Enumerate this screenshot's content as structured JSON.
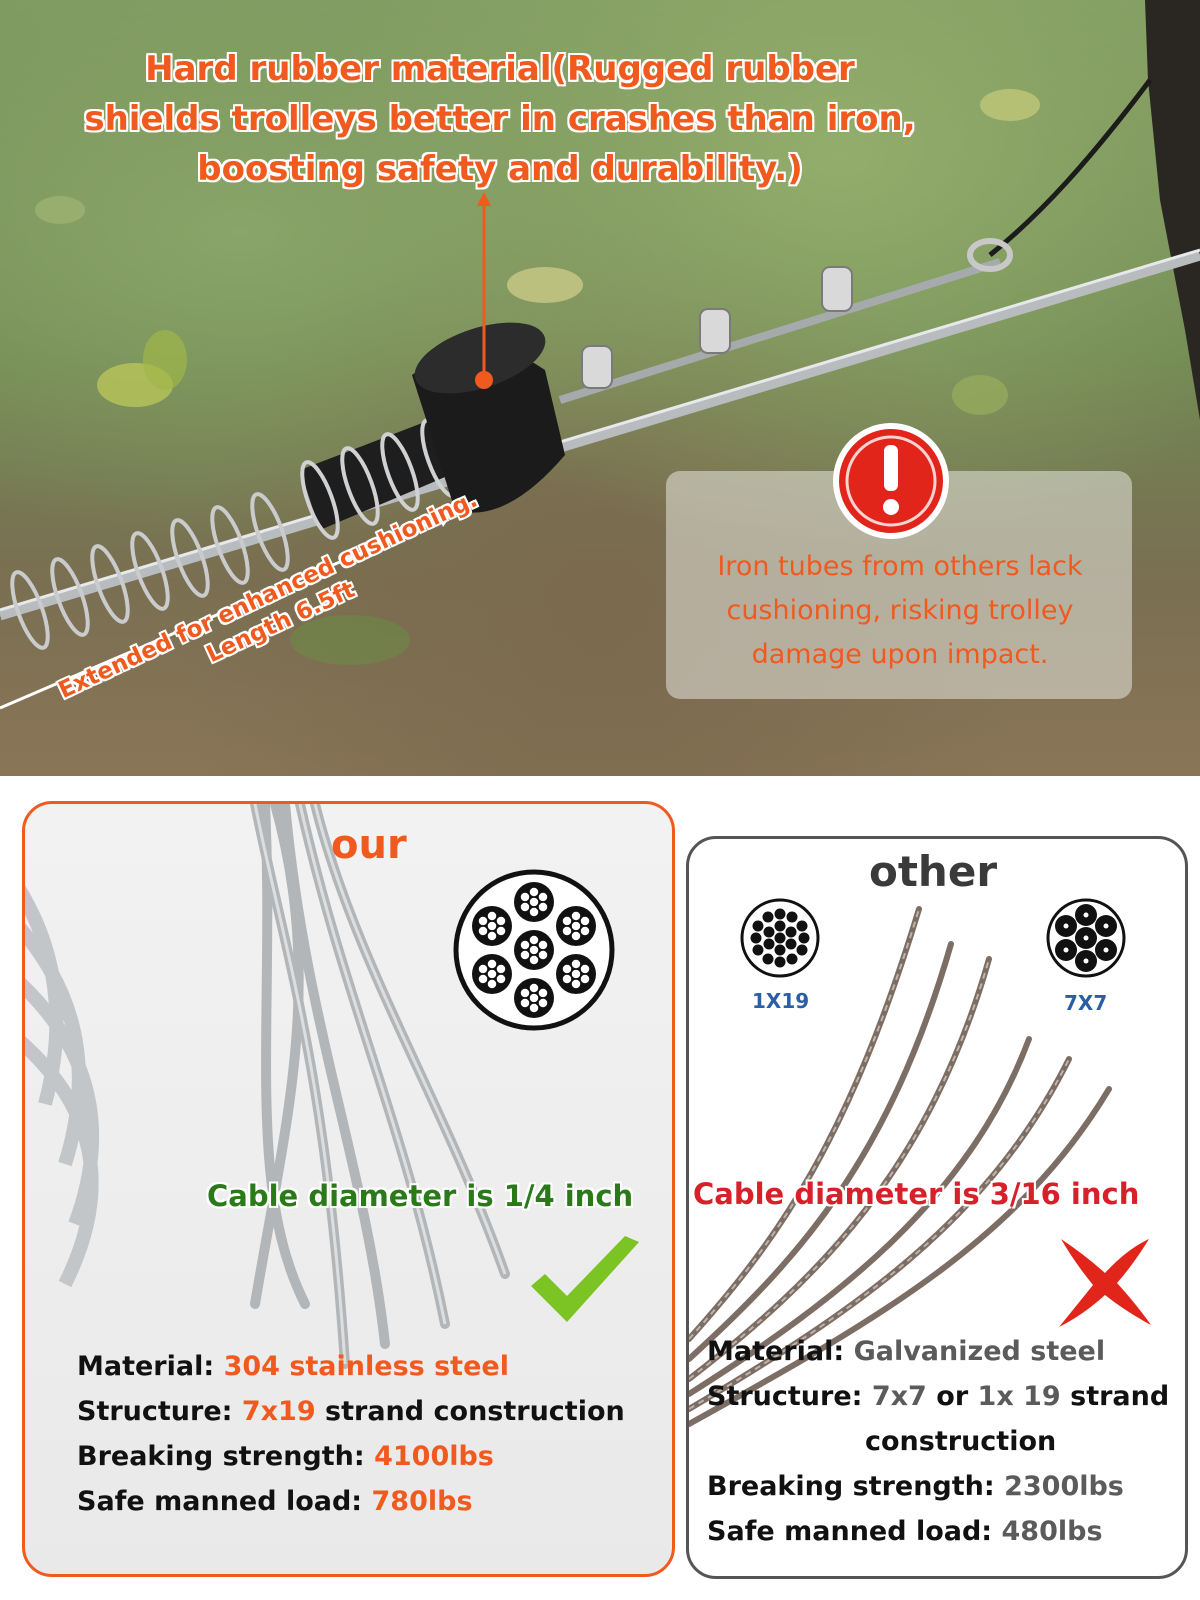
{
  "top": {
    "headline": [
      "Hard rubber material(Rugged rubber",
      "shields trolleys better in crashes than iron,",
      "boosting safety and durability.)"
    ],
    "spring_label": [
      "Extended for enhanced cushioning.",
      "Length 6.5ft"
    ],
    "warning": [
      "Iron tubes from others lack",
      "cushioning, risking trolley",
      "damage upon impact."
    ],
    "icons": [
      "exclamation-icon",
      "arrow-up-icon",
      "arrow-right-icon"
    ],
    "colors": {
      "accent": "#f05a1f",
      "warning_red": "#e1251b"
    }
  },
  "our": {
    "title": "our",
    "diameter": "Cable diameter is 1/4 inch",
    "specs": {
      "material_label": "Material:",
      "material_value": "304 stainless steel",
      "structure_label": "Structure:",
      "structure_value": "7x19",
      "structure_rest": "strand construction",
      "strength_label": "Breaking strength:",
      "strength_value": "4100lbs",
      "load_label": "Safe manned load:",
      "load_value": "780lbs"
    },
    "icons": [
      "checkmark-icon",
      "cable-cross-section-icon"
    ],
    "colors": {
      "border": "#f05a1f",
      "diameter_text": "#2a7a1a",
      "check": "#7cc423"
    }
  },
  "other": {
    "title": "other",
    "codes": [
      "1X19",
      "7X7"
    ],
    "diameter": "Cable diameter is 3/16 inch",
    "specs": {
      "material_label": "Material:",
      "material_value": "Galvanized steel",
      "structure_label": "Structure:",
      "structure_v1": "7x7",
      "structure_or": "or",
      "structure_v2": "1x 19",
      "structure_rest1": "strand",
      "structure_rest2": "construction",
      "strength_label": "Breaking strength:",
      "strength_value": "2300lbs",
      "load_label": "Safe manned load:",
      "load_value": "480lbs"
    },
    "icons": [
      "cross-icon",
      "cable-cross-section-icon"
    ],
    "colors": {
      "border": "#555555",
      "diameter_text": "#d8202a",
      "cross": "#e1251b",
      "code_text": "#2a5fa8"
    }
  }
}
